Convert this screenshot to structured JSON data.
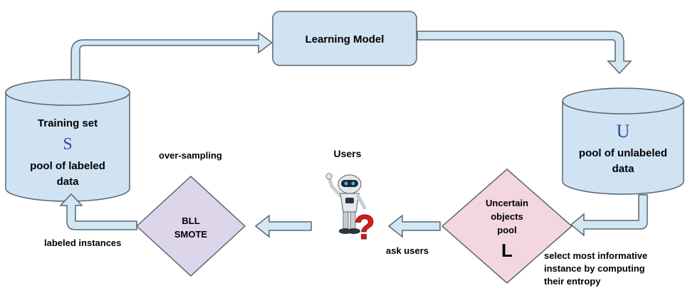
{
  "nodes": {
    "learning_model": {
      "label": "Learning Model"
    },
    "training_set": {
      "title": "Training set",
      "symbol": "S",
      "line1": "pool of labeled",
      "line2": "data"
    },
    "unlabeled_pool": {
      "symbol": "U",
      "line1": "pool of unlabeled",
      "line2": "data"
    },
    "uncertain_pool": {
      "line1": "Uncertain",
      "line2": "objects",
      "line3": "pool",
      "symbol": "L"
    },
    "bll_smote": {
      "line1": "BLL",
      "line2": "SMOTE"
    },
    "users": {
      "label": "Users"
    }
  },
  "annotations": {
    "over_sampling": "over-sampling",
    "labeled_instances": "labeled instances",
    "ask_users": "ask users",
    "select_line1": "select most informative",
    "select_line2": "instance by computing",
    "select_line3": "their entropy"
  },
  "colors": {
    "box_fill": "#cfe3f3",
    "cylinder_fill": "#cfe3f3",
    "diamond_uncertain": "#f3d6de",
    "diamond_bll": "#ddd5ea",
    "arrow_fill": "#d2e6f4",
    "stroke": "#5a6672",
    "symbol_color": "#2b4aa8",
    "question_mark": "#d81b1b"
  }
}
